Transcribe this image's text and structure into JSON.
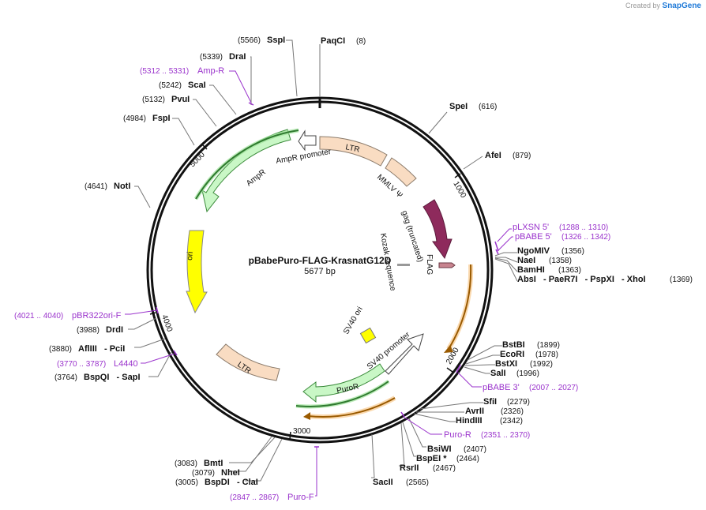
{
  "credit": {
    "created_by": "Created by",
    "brand": "SnapGene"
  },
  "plasmid": {
    "name": "pBabePuro-FLAG-KrasnatG12D",
    "size_label": "5677 bp"
  },
  "ticks": [
    "1000",
    "2000",
    "3000",
    "4000",
    "5000"
  ],
  "features": [
    {
      "label": "LTR",
      "color": "#f9dcc2"
    },
    {
      "label": "MMLV Ψ",
      "color": "#f9dcc2"
    },
    {
      "label": "gag (truncated)",
      "color": "#8e2a5c"
    },
    {
      "label": "FLAG",
      "color": "#c8848f"
    },
    {
      "label": "Kozak sequence",
      "color": "#999999"
    },
    {
      "label": "SV40 ori",
      "color": "#ffff00"
    },
    {
      "label": "SV40 promoter",
      "color": "#ffffff"
    },
    {
      "label": "PuroR",
      "color": "#c9f7c6"
    },
    {
      "label": "LTR",
      "color": "#f9dcc2"
    },
    {
      "label": "ori",
      "color": "#ffff00"
    },
    {
      "label": "AmpR",
      "color": "#c9f7c6"
    },
    {
      "label": "AmpR promoter",
      "color": "#ffffff"
    }
  ],
  "sites": [
    {
      "name": "PaqCI",
      "pos": "(8)"
    },
    {
      "name": "SpeI",
      "pos": "(616)"
    },
    {
      "name": "AfeI",
      "pos": "(879)"
    },
    {
      "name": "NgoMIV",
      "pos": "(1356)"
    },
    {
      "name": "NaeI",
      "pos": "(1358)"
    },
    {
      "name": "BamHI",
      "pos": "(1363)"
    },
    {
      "name": "AbsI   - PaeR7I   - PspXI   - XhoI",
      "pos": "(1369)"
    },
    {
      "name": "BstBI",
      "pos": "(1899)"
    },
    {
      "name": "EcoRI",
      "pos": "(1978)"
    },
    {
      "name": "BstXI",
      "pos": "(1992)"
    },
    {
      "name": "SalI",
      "pos": "(1996)"
    },
    {
      "name": "SfiI",
      "pos": "(2279)"
    },
    {
      "name": "AvrII",
      "pos": "(2326)"
    },
    {
      "name": "HindIII",
      "pos": "(2342)"
    },
    {
      "name": "BsiWI",
      "pos": "(2407)"
    },
    {
      "name": "BspEI *",
      "pos": "(2464)"
    },
    {
      "name": "RsrII",
      "pos": "(2467)"
    },
    {
      "name": "SacII",
      "pos": "(2565)"
    },
    {
      "name": "BspDI   - ClaI",
      "pos": "(3005)"
    },
    {
      "name": "NheI",
      "pos": "(3079)"
    },
    {
      "name": "BmtI",
      "pos": "(3083)"
    },
    {
      "name": "BspQI   - SapI",
      "pos": "(3764)"
    },
    {
      "name": "AflIII   - PciI",
      "pos": "(3880)"
    },
    {
      "name": "DrdI",
      "pos": "(3988)"
    },
    {
      "name": "NotI",
      "pos": "(4641)"
    },
    {
      "name": "FspI",
      "pos": "(4984)"
    },
    {
      "name": "PvuI",
      "pos": "(5132)"
    },
    {
      "name": "ScaI",
      "pos": "(5242)"
    },
    {
      "name": "DraI",
      "pos": "(5339)"
    },
    {
      "name": "SspI",
      "pos": "(5566)"
    }
  ],
  "primers": [
    {
      "name": "pLXSN 5'",
      "pos": "(1288 .. 1310)"
    },
    {
      "name": "pBABE 5'",
      "pos": "(1326 .. 1342)"
    },
    {
      "name": "pBABE 3'",
      "pos": "(2007 .. 2027)"
    },
    {
      "name": "Puro-R",
      "pos": "(2351 .. 2370)"
    },
    {
      "name": "Puro-F",
      "pos": "(2847 .. 2867)"
    },
    {
      "name": "L4440",
      "pos": "(3770 .. 3787)"
    },
    {
      "name": "pBR322ori-F",
      "pos": "(4021 .. 4040)"
    },
    {
      "name": "Amp-R",
      "pos": "(5312 .. 5331)"
    }
  ]
}
